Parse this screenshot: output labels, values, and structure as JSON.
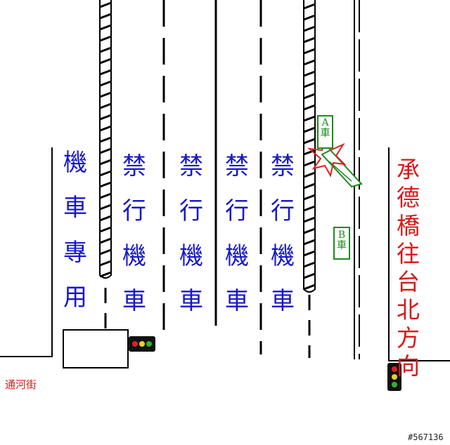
{
  "lanes": {
    "scooter_lane": [
      "機",
      "車",
      "專",
      "用"
    ],
    "no_scooter": [
      "禁",
      "行",
      "機",
      "車"
    ]
  },
  "direction_label": [
    "承",
    "德",
    "橋",
    "往",
    "台",
    "北",
    "方",
    "向"
  ],
  "street_name": "通河街",
  "cars": {
    "a": [
      "A",
      "車"
    ],
    "b": [
      "B",
      "車"
    ]
  },
  "watermark": "#567136",
  "colors": {
    "lane_text": "#1818c8",
    "direction_text": "#d81818",
    "car_box": "#1f8a1f",
    "crash": "#e02020"
  },
  "traffic_lights": [
    "red",
    "yellow",
    "green"
  ]
}
